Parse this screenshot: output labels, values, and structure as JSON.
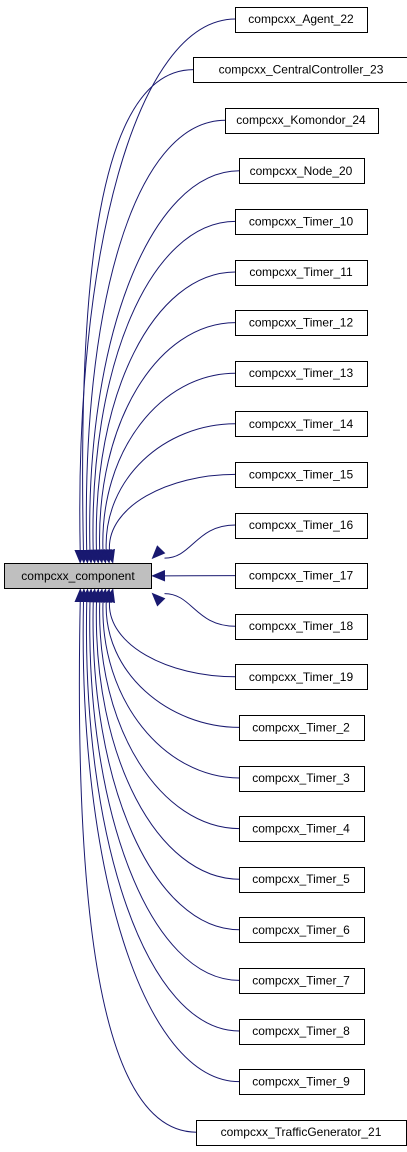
{
  "diagram": {
    "type": "inheritance-graph",
    "root": {
      "label": "compcxx_component"
    },
    "children": [
      "compcxx_Agent_22",
      "compcxx_CentralController_23",
      "compcxx_Komondor_24",
      "compcxx_Node_20",
      "compcxx_Timer_10",
      "compcxx_Timer_11",
      "compcxx_Timer_12",
      "compcxx_Timer_13",
      "compcxx_Timer_14",
      "compcxx_Timer_15",
      "compcxx_Timer_16",
      "compcxx_Timer_17",
      "compcxx_Timer_18",
      "compcxx_Timer_19",
      "compcxx_Timer_2",
      "compcxx_Timer_3",
      "compcxx_Timer_4",
      "compcxx_Timer_5",
      "compcxx_Timer_6",
      "compcxx_Timer_7",
      "compcxx_Timer_8",
      "compcxx_Timer_9",
      "compcxx_TrafficGenerator_21"
    ],
    "colors": {
      "edge": "#191970",
      "root_fill": "#bfbfbf",
      "node_fill": "#ffffff",
      "border": "#000000"
    }
  }
}
